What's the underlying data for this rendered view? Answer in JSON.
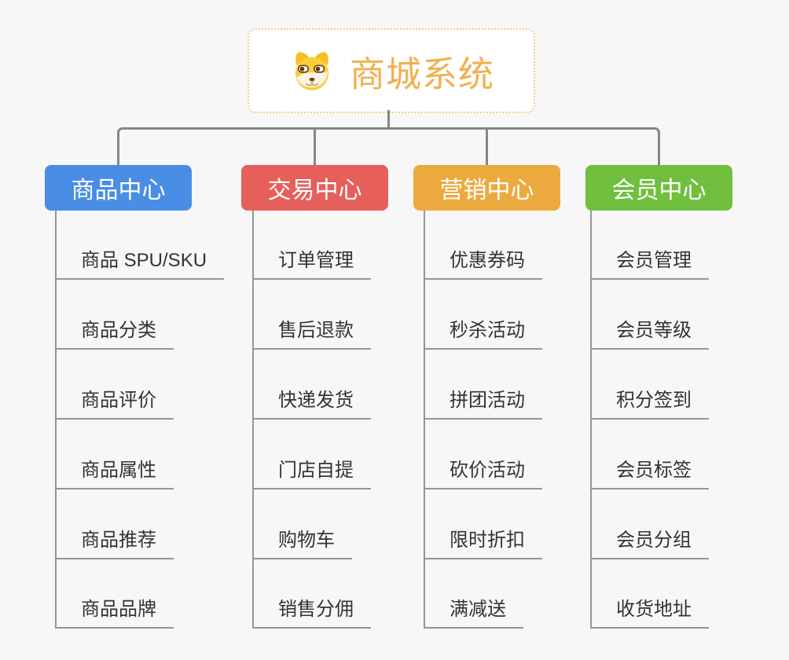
{
  "canvas": {
    "background": "#f7f7f7",
    "connector_color": "#868686"
  },
  "root": {
    "title": "商城系统",
    "icon": "dog-face",
    "title_color": "#f1b04f",
    "border_color": "#f2c98c"
  },
  "branches": [
    {
      "label": "商品中心",
      "color": "#4a8de5",
      "children": [
        "商品 SPU/SKU",
        "商品分类",
        "商品评价",
        "商品属性",
        "商品推荐",
        "商品品牌"
      ]
    },
    {
      "label": "交易中心",
      "color": "#e65f5b",
      "children": [
        "订单管理",
        "售后退款",
        "快递发货",
        "门店自提",
        "购物车",
        "销售分佣"
      ]
    },
    {
      "label": "营销中心",
      "color": "#ecaa3e",
      "children": [
        "优惠券码",
        "秒杀活动",
        "拼团活动",
        "砍价活动",
        "限时折扣",
        "满减送"
      ]
    },
    {
      "label": "会员中心",
      "color": "#70bf3f",
      "children": [
        "会员管理",
        "会员等级",
        "积分签到",
        "会员标签",
        "会员分组",
        "收货地址"
      ]
    }
  ]
}
